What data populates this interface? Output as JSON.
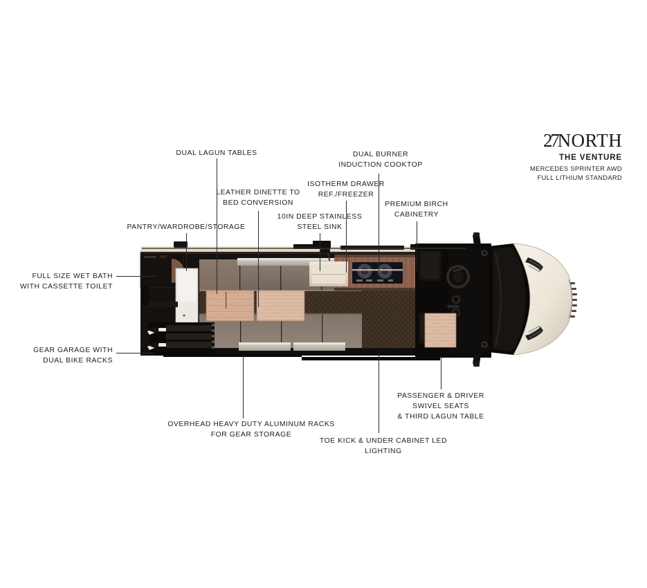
{
  "brand": {
    "wordmark_num": "27",
    "wordmark_name": "NORTH",
    "model": "THE VENTURE",
    "sub_line1": "MERCEDES SPRINTER AWD",
    "sub_line2": "FULL LITHIUM STANDARD"
  },
  "diagram": {
    "title": "27North The Venture floorplan — overhead cutaway",
    "vehicle": "Mercedes Sprinter AWD camper van",
    "view": "top-down cutaway"
  },
  "callouts": [
    {
      "id": "dual-lagun-tables",
      "text": "DUAL LAGUN TABLES"
    },
    {
      "id": "leather-dinette",
      "text": "LEATHER DINETTE TO\nBED CONVERSION"
    },
    {
      "id": "pantry-wardrobe-storage",
      "text": "PANTRY/WARDROBE/STORAGE"
    },
    {
      "id": "full-size-wet-bath",
      "text": "FULL SIZE WET BATH\nWITH CASSETTE TOILET"
    },
    {
      "id": "gear-garage",
      "text": "GEAR GARAGE WITH\nDUAL BIKE RACKS"
    },
    {
      "id": "steel-sink",
      "text": "10IN DEEP STAINLESS\nSTEEL SINK"
    },
    {
      "id": "isotherm-drawer",
      "text": "ISOTHERM DRAWER\nREF./FREEZER"
    },
    {
      "id": "induction-cooktop",
      "text": "DUAL BURNER\nINDUCTION COOKTOP"
    },
    {
      "id": "premium-birch-cabinetry",
      "text": "PREMIUM BIRCH\nCABINETRY"
    },
    {
      "id": "overhead-racks",
      "text": "OVERHEAD HEAVY DUTY ALUMINUM RACKS\nFOR GEAR STORAGE"
    },
    {
      "id": "toe-kick-lighting",
      "text": "TOE KICK & UNDER CABINET LED\nLIGHTING"
    },
    {
      "id": "swivel-seats",
      "text": "PASSENGER & DRIVER\nSWIVEL SEATS\n& THIRD LAGUN TABLE"
    }
  ],
  "colors": {
    "background": "#ffffff",
    "text": "#1c1c1c",
    "leader_line": "#2a2a2a",
    "body_shell": "#ece6d8",
    "hood_cream": "#efe9dc",
    "interior_dark": "#151210",
    "floor_brown": "#49392c",
    "wood_light": "#cfa98e",
    "wood_table": "#d8b49b",
    "cabinet_brown": "#7b5a46",
    "metal_silver": "#b9b5ad",
    "sink_stainless": "#ded6c7",
    "cooktop_black": "#16161a",
    "window_dark": "#0d0c0b"
  }
}
